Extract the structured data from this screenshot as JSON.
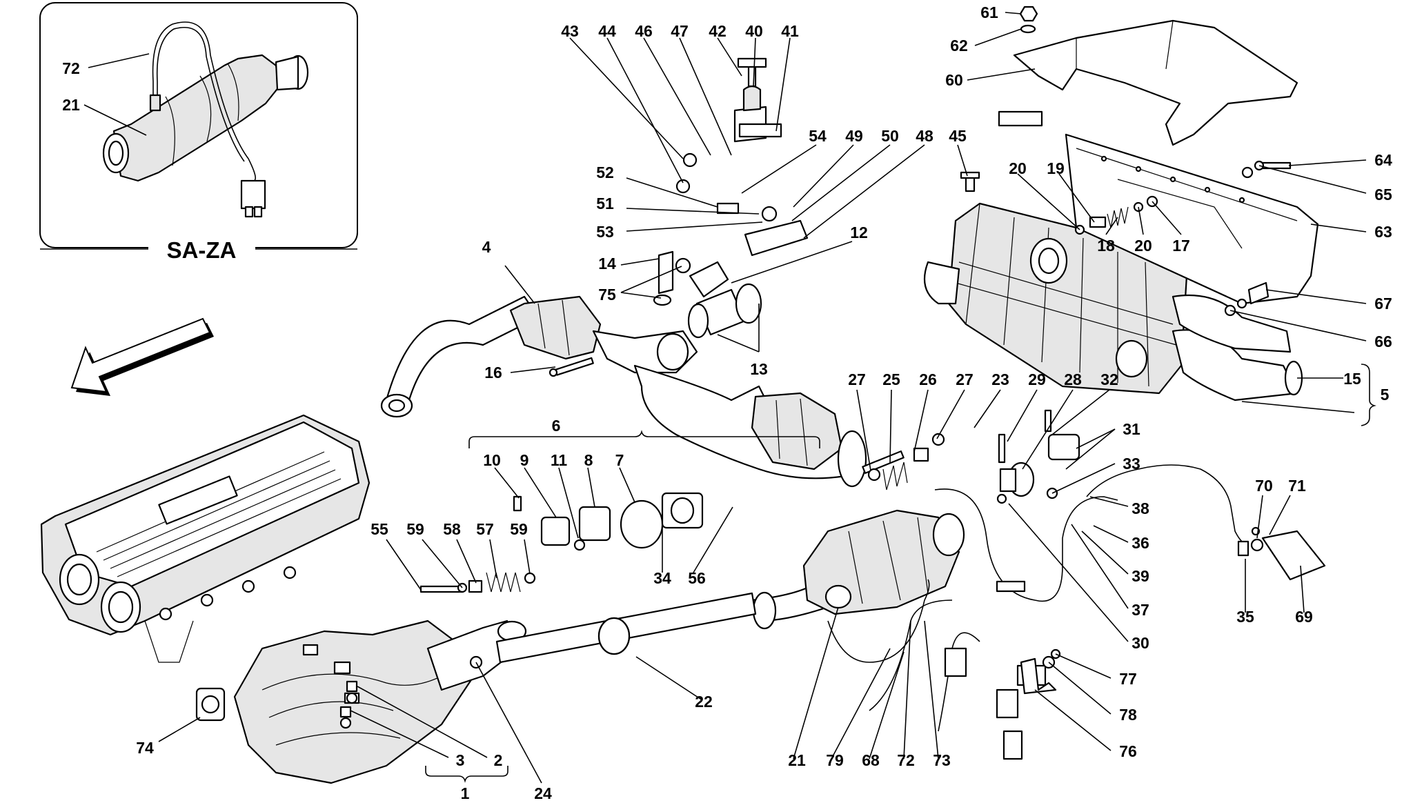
{
  "inset": {
    "title": "SA-ZA",
    "labels": [
      "72",
      "21"
    ]
  },
  "labels": [
    "43",
    "44",
    "46",
    "47",
    "42",
    "40",
    "41",
    "61",
    "62",
    "60",
    "54",
    "49",
    "50",
    "48",
    "45",
    "52",
    "51",
    "53",
    "20",
    "19",
    "18",
    "20",
    "17",
    "64",
    "65",
    "63",
    "67",
    "66",
    "4",
    "12",
    "14",
    "75",
    "16",
    "13",
    "27",
    "25",
    "26",
    "27",
    "23",
    "29",
    "28",
    "32",
    "15",
    "5",
    "31",
    "33",
    "6",
    "10",
    "9",
    "11",
    "8",
    "7",
    "34",
    "56",
    "55",
    "59",
    "58",
    "57",
    "59",
    "38",
    "36",
    "39",
    "37",
    "30",
    "70",
    "71",
    "35",
    "69",
    "22",
    "21",
    "79",
    "68",
    "72",
    "73",
    "77",
    "78",
    "76",
    "74",
    "3",
    "2",
    "1",
    "24"
  ]
}
